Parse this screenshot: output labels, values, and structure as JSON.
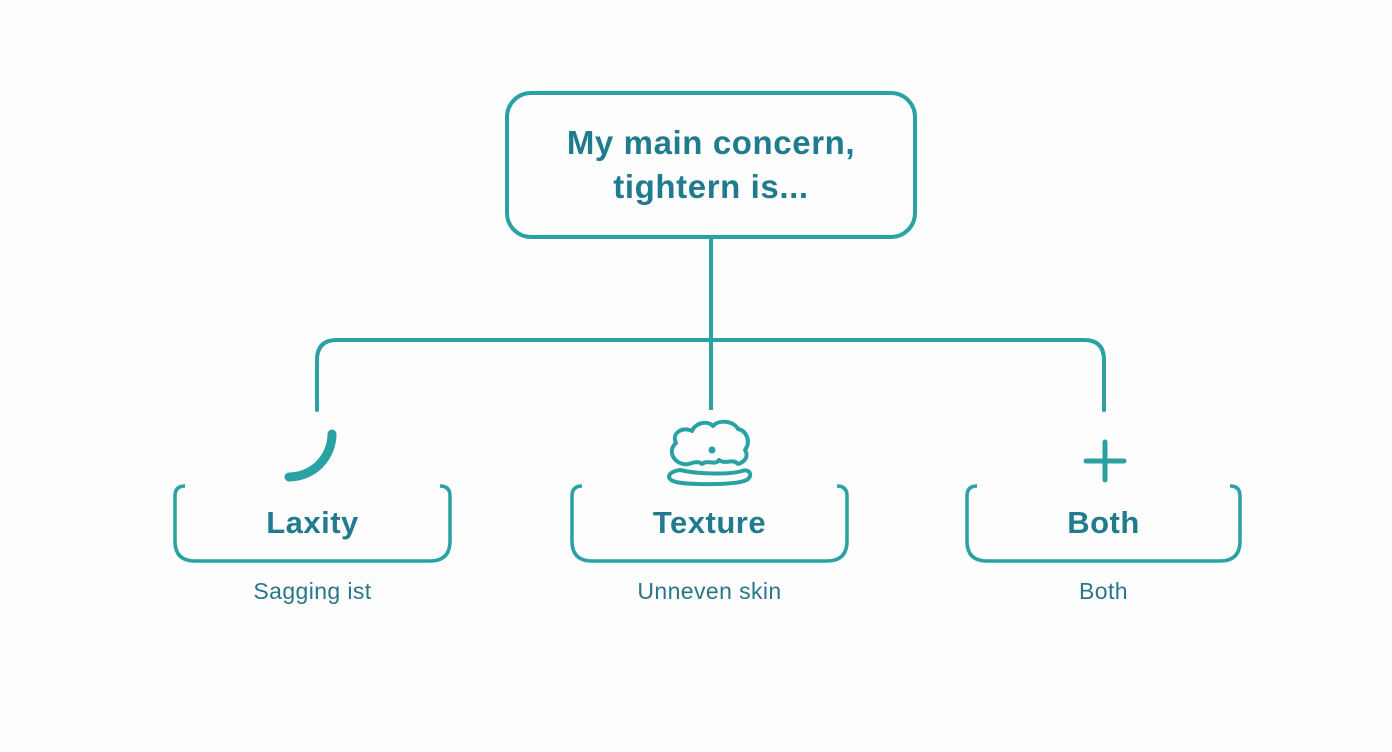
{
  "theme": {
    "bg": "#fdfdfd",
    "line": "#2aa2a4",
    "text": "#1f7b8d",
    "caption": "#2a7589"
  },
  "root": {
    "title": "My main concern,\ntightern is..."
  },
  "branches": [
    {
      "id": "laxity",
      "label": "Laxity",
      "caption": "Sagging ist",
      "icon": "sag-curve-icon"
    },
    {
      "id": "texture",
      "label": "Texture",
      "caption": "Unneven skin",
      "icon": "skin-texture-icon"
    },
    {
      "id": "both",
      "label": "Both",
      "caption": "Both",
      "icon": "plus-icon"
    }
  ]
}
